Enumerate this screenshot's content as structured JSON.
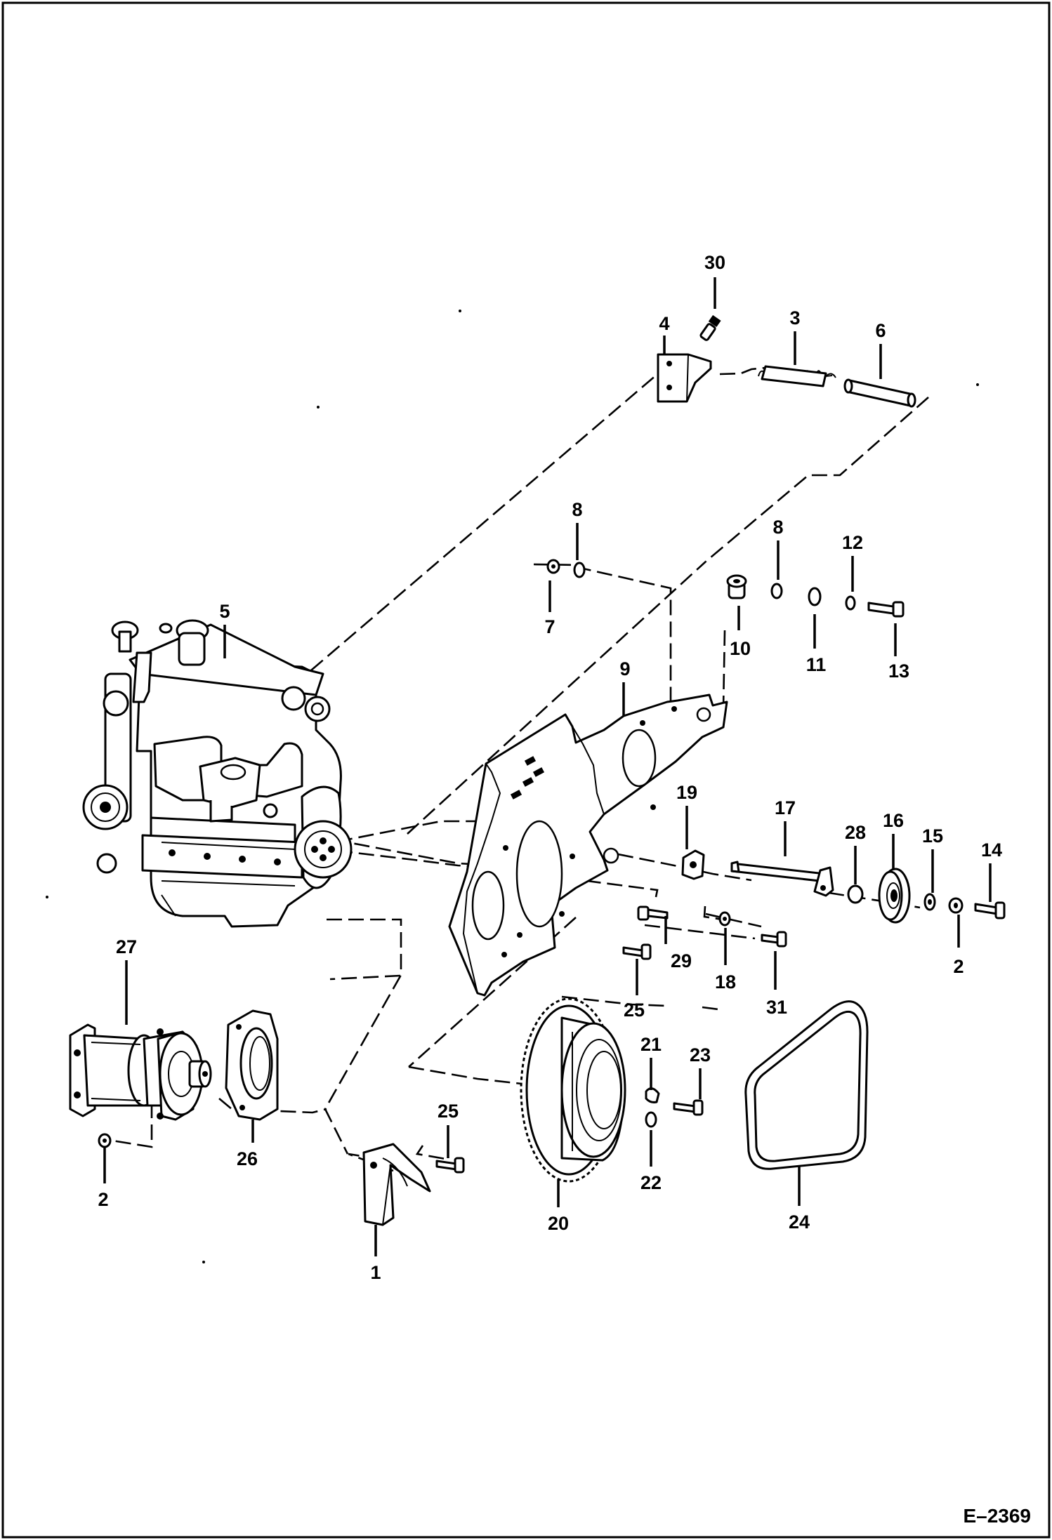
{
  "diagram": {
    "type": "exploded-parts-view",
    "drawing_id": "E–2369",
    "callouts": [
      {
        "id": "c1",
        "label": "1"
      },
      {
        "id": "c2a",
        "label": "2"
      },
      {
        "id": "c2b",
        "label": "2"
      },
      {
        "id": "c3",
        "label": "3"
      },
      {
        "id": "c4",
        "label": "4"
      },
      {
        "id": "c5",
        "label": "5"
      },
      {
        "id": "c6",
        "label": "6"
      },
      {
        "id": "c7",
        "label": "7"
      },
      {
        "id": "c8a",
        "label": "8"
      },
      {
        "id": "c8b",
        "label": "8"
      },
      {
        "id": "c9",
        "label": "9"
      },
      {
        "id": "c10",
        "label": "10"
      },
      {
        "id": "c11",
        "label": "11"
      },
      {
        "id": "c12",
        "label": "12"
      },
      {
        "id": "c13",
        "label": "13"
      },
      {
        "id": "c14",
        "label": "14"
      },
      {
        "id": "c15",
        "label": "15"
      },
      {
        "id": "c16",
        "label": "16"
      },
      {
        "id": "c17",
        "label": "17"
      },
      {
        "id": "c18",
        "label": "18"
      },
      {
        "id": "c19",
        "label": "19"
      },
      {
        "id": "c20",
        "label": "20"
      },
      {
        "id": "c21",
        "label": "21"
      },
      {
        "id": "c22",
        "label": "22"
      },
      {
        "id": "c23",
        "label": "23"
      },
      {
        "id": "c24",
        "label": "24"
      },
      {
        "id": "c25a",
        "label": "25"
      },
      {
        "id": "c25b",
        "label": "25"
      },
      {
        "id": "c26",
        "label": "26"
      },
      {
        "id": "c27",
        "label": "27"
      },
      {
        "id": "c28",
        "label": "28"
      },
      {
        "id": "c29",
        "label": "29"
      },
      {
        "id": "c30",
        "label": "30"
      },
      {
        "id": "c31",
        "label": "31"
      }
    ]
  }
}
